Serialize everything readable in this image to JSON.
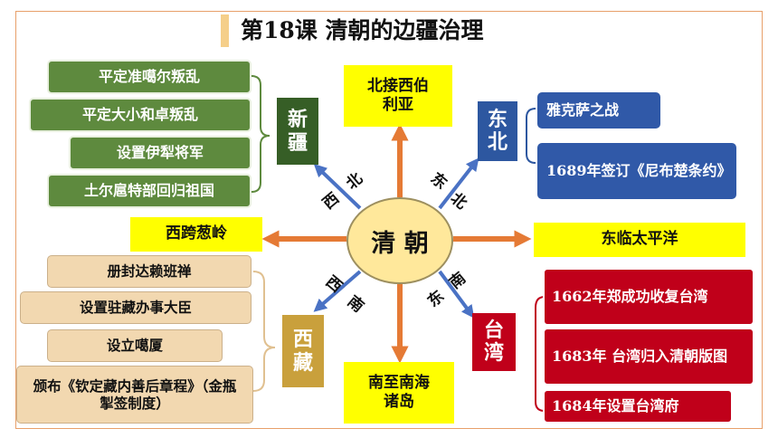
{
  "title": "第18课  清朝的边疆治理",
  "center": "清 朝",
  "directions": {
    "north": "北接西伯利亚",
    "south": "南至南海诸岛",
    "east": "东临太平洋",
    "west": "西跨葱岭"
  },
  "diag": {
    "nw": [
      "西",
      "北"
    ],
    "ne": [
      "东",
      "北"
    ],
    "sw": [
      "西",
      "南"
    ],
    "se": [
      "东",
      "南"
    ]
  },
  "xinjiang": {
    "label": "新疆",
    "items": [
      "平定准噶尔叛乱",
      "平定大小和卓叛乱",
      "设置伊犁将军",
      "土尔扈特部回归祖国"
    ]
  },
  "dongbei": {
    "label": "东北",
    "items": [
      "雅克萨之战",
      "1689年签订《尼布楚条约》"
    ]
  },
  "xizang": {
    "label": "西藏",
    "items": [
      "册封达赖班禅",
      "设置驻藏办事大臣",
      "设立噶厦",
      "颁布《钦定藏内善后章程》（金瓶掣签制度）"
    ]
  },
  "taiwan": {
    "label": "台湾",
    "items": [
      "1662年郑成功收复台湾",
      "1683年 台湾归入清朝版图",
      "1684年设置台湾府"
    ]
  },
  "colors": {
    "arrow_orange": "#e57a35",
    "arrow_blue": "#4a72c4",
    "bracket_green": "#5e8a3e",
    "bracket_blue": "#2d57a0",
    "bracket_tan": "#e0c090",
    "bracket_red": "#c0001a"
  }
}
